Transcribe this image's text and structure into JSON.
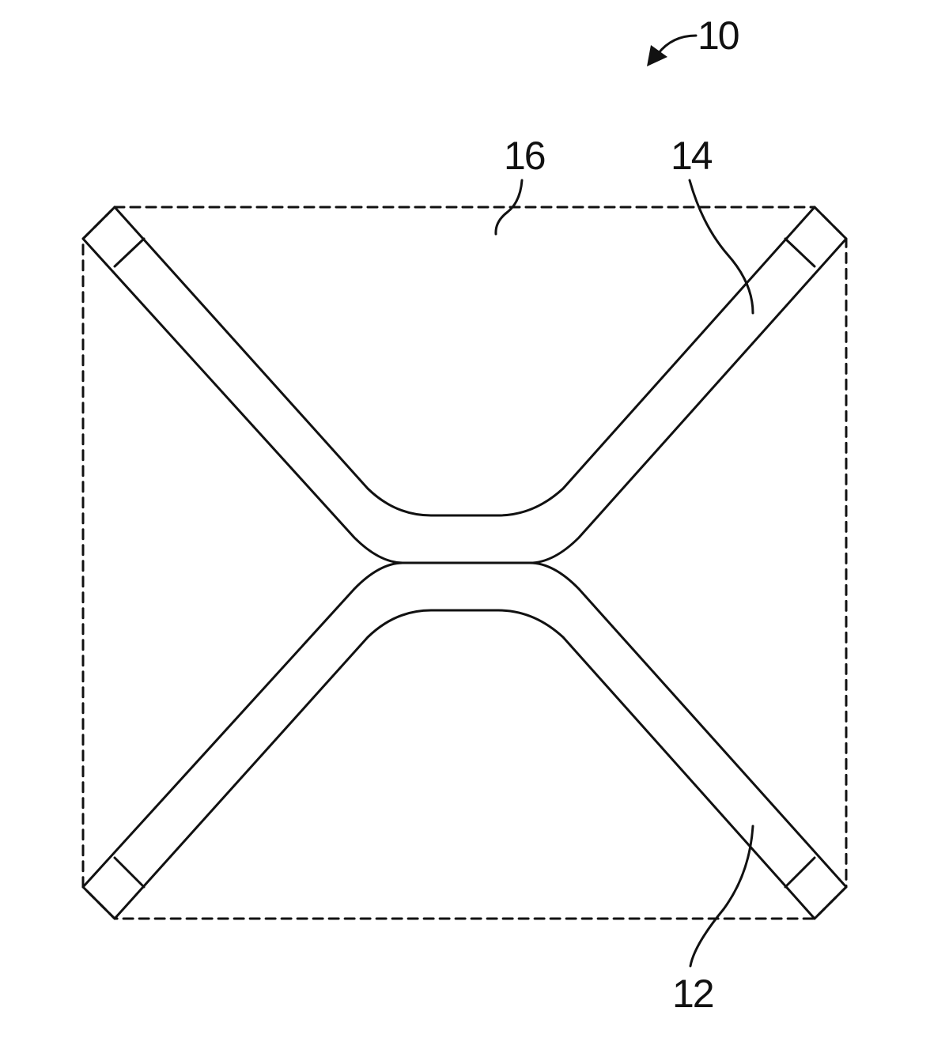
{
  "figure": {
    "labels": {
      "assembly": "10",
      "region": "16",
      "upper_arm": "14",
      "lower_arm": "12"
    },
    "colors": {
      "line": "#111111",
      "background": "#ffffff"
    }
  }
}
